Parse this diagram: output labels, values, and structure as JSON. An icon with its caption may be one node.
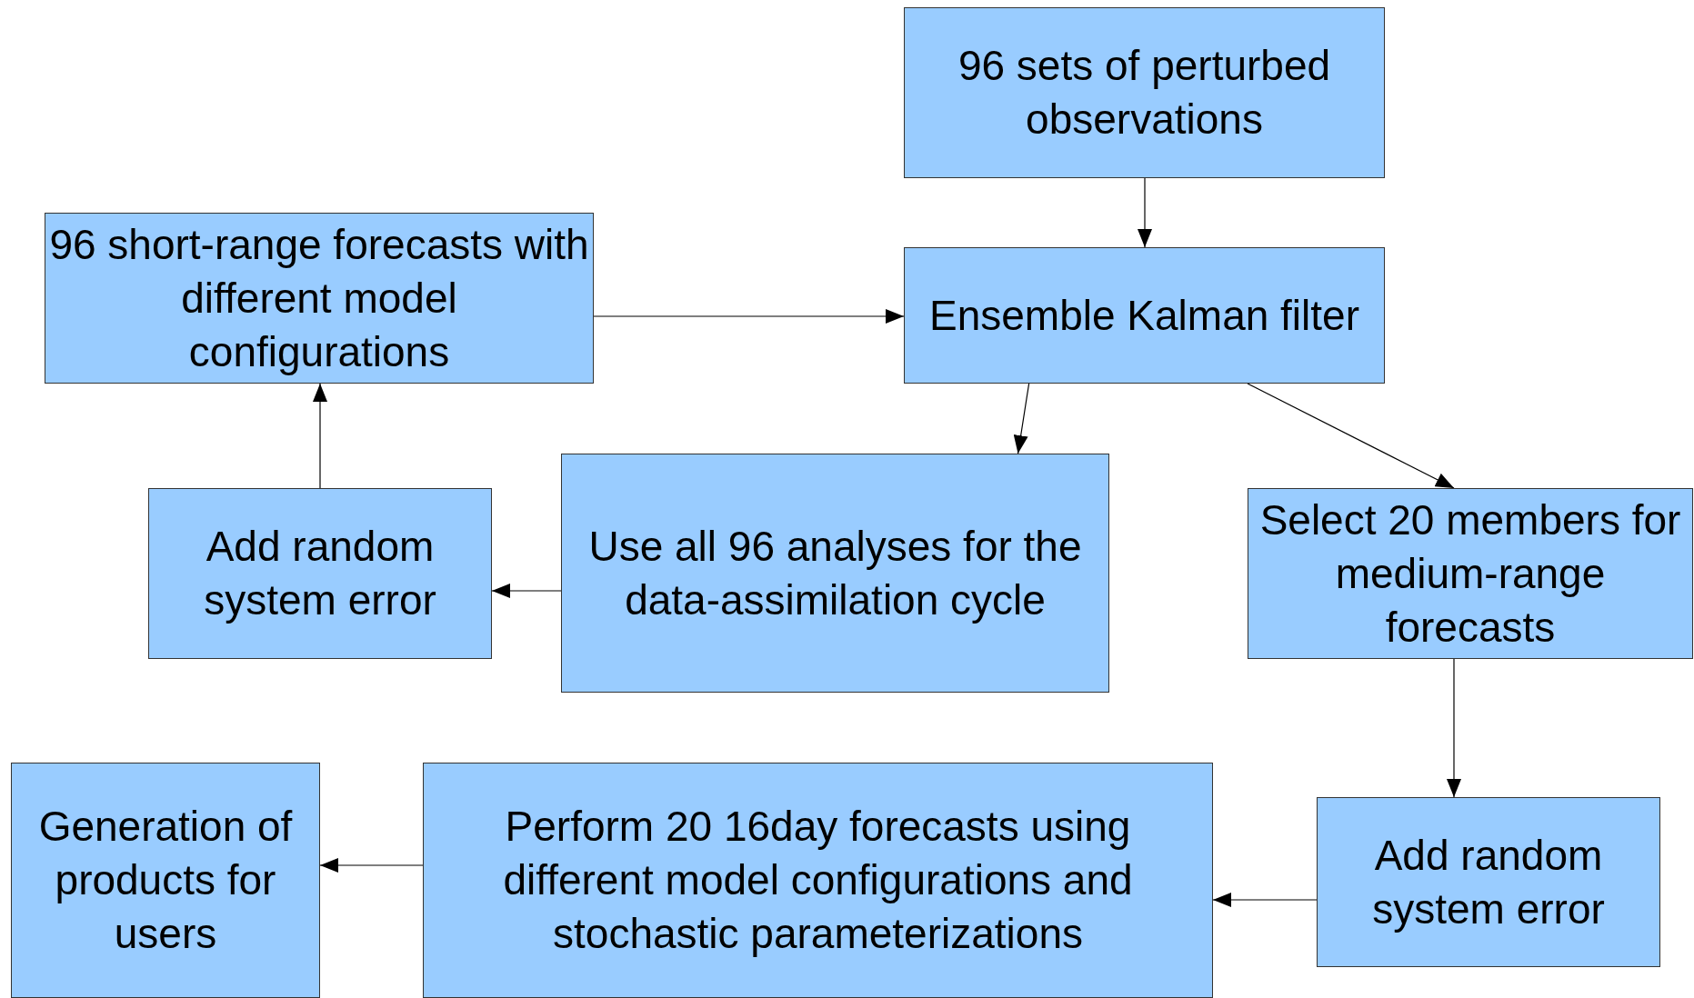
{
  "diagram": {
    "nodes": [
      {
        "text": [
          "96 sets of perturbed observations"
        ]
      },
      {
        "text": [
          "96 short-range forecasts with different model configurations"
        ]
      },
      {
        "text": [
          "Ensemble Kalman filter"
        ]
      },
      {
        "text": [
          "Add random system error"
        ]
      },
      {
        "text": [
          "Use all 96 analyses for the data-assimilation cycle"
        ]
      },
      {
        "text": [
          "Select 20 members for medium-range forecasts"
        ]
      },
      {
        "text": [
          "Generation of products for users"
        ]
      },
      {
        "text": [
          "Perform 20 16day forecasts using different model configurations and stochastic parameterizations"
        ]
      },
      {
        "text": [
          "Add random system error"
        ]
      }
    ],
    "edges": [
      {
        "from": 0,
        "to": 2,
        "arrow": "to"
      },
      {
        "from": 1,
        "to": 2,
        "arrow": "to"
      },
      {
        "from": 2,
        "to": 4,
        "arrow": "to"
      },
      {
        "from": 2,
        "to": 5,
        "arrow": "to"
      },
      {
        "from": 4,
        "to": 3,
        "arrow": "to"
      },
      {
        "from": 3,
        "to": 1,
        "arrow": "to"
      },
      {
        "from": 5,
        "to": 8,
        "arrow": "to"
      },
      {
        "from": 8,
        "to": 7,
        "arrow": "to"
      },
      {
        "from": 7,
        "to": 6,
        "arrow": "to"
      }
    ]
  }
}
